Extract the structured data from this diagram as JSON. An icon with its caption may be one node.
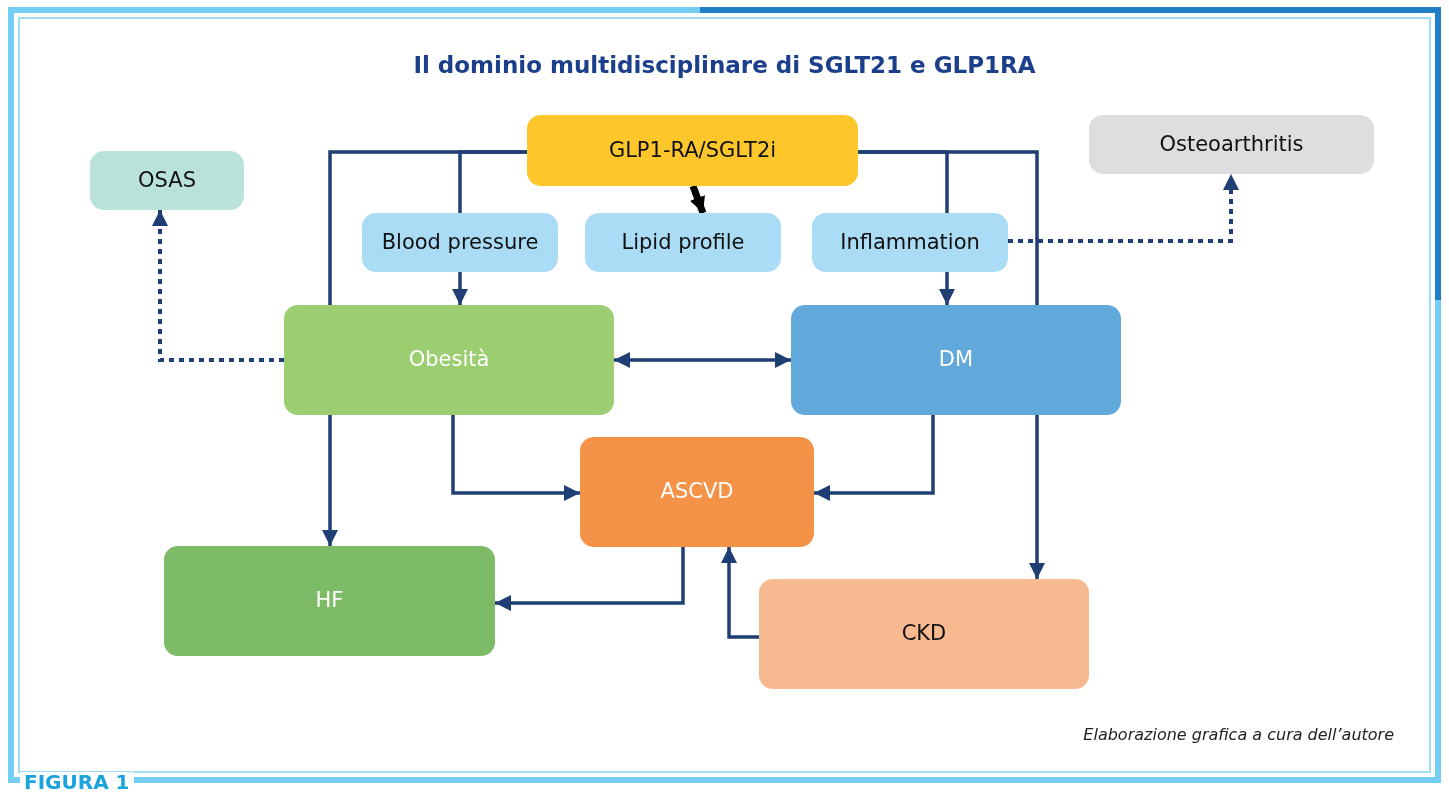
{
  "diagram": {
    "title": "Il dominio multidisciplinare di SGLT21 e GLP1RA",
    "caption": "Elaborazione grafica a cura dell’autore",
    "nodes": [
      {
        "text": [
          "GLP1-RA/SGLT2i"
        ]
      },
      {
        "text": [
          "OSAS"
        ]
      },
      {
        "text": [
          "Osteoarthritis"
        ]
      },
      {
        "text": [
          "Blood pressure"
        ]
      },
      {
        "text": [
          "Lipid profile"
        ]
      },
      {
        "text": [
          "Inflammation"
        ]
      },
      {
        "text": [
          "Obesità"
        ]
      },
      {
        "text": [
          "DM"
        ]
      },
      {
        "text": [
          "ASCVD"
        ]
      },
      {
        "text": [
          "HF"
        ]
      },
      {
        "text": [
          "CKD"
        ]
      }
    ],
    "edges": [
      {
        "from": 0,
        "to": 6,
        "arrow": "none"
      },
      {
        "from": 0,
        "to": 3,
        "arrow": "none"
      },
      {
        "from": 0,
        "to": 4,
        "arrow": "to",
        "style": "thick",
        "color": "#000000"
      },
      {
        "from": 0,
        "to": 5,
        "arrow": "none"
      },
      {
        "from": 0,
        "to": 7,
        "arrow": "none"
      },
      {
        "from": 3,
        "to": 6,
        "arrow": "to"
      },
      {
        "from": 5,
        "to": 7,
        "arrow": "to"
      },
      {
        "from": 5,
        "to": 2,
        "arrow": "to",
        "style": "dashed"
      },
      {
        "from": 6,
        "to": 1,
        "arrow": "to",
        "style": "dashed"
      },
      {
        "from": 6,
        "to": 7,
        "arrow": "both"
      },
      {
        "from": 6,
        "to": 8,
        "arrow": "to"
      },
      {
        "from": 7,
        "to": 8,
        "arrow": "to"
      },
      {
        "from": 6,
        "to": 9,
        "arrow": "to"
      },
      {
        "from": 7,
        "to": 10,
        "arrow": "to"
      },
      {
        "from": 8,
        "to": 9,
        "arrow": "to"
      },
      {
        "from": 10,
        "to": 8,
        "arrow": "to"
      }
    ],
    "labels": [
      "FIGURA 1"
    ]
  }
}
